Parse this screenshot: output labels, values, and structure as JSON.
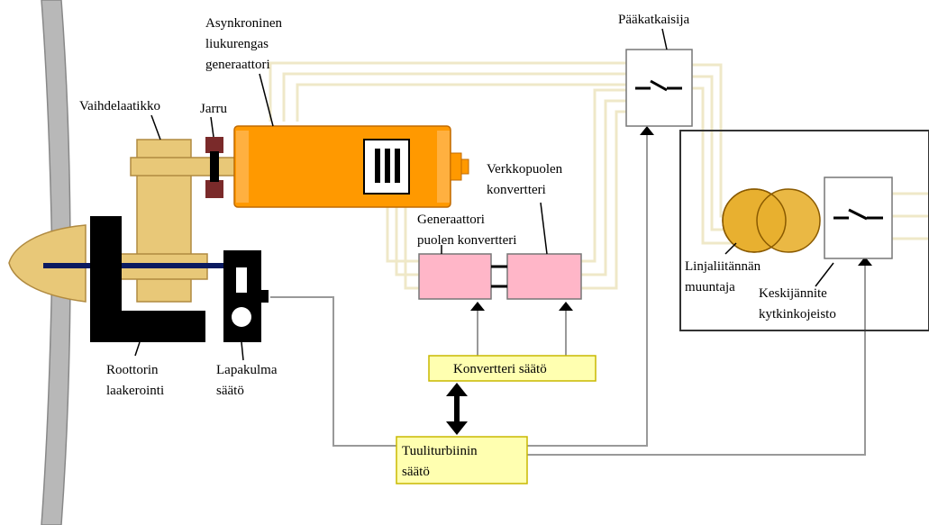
{
  "labels": {
    "generator": [
      "Asynkroninen",
      "liukurengas",
      "generaattori"
    ],
    "gearbox": "Vaihdelaatikko",
    "brake": "Jarru",
    "main_breaker": "Pääkatkaisija",
    "grid_converter": [
      "Verkkopuolen",
      "konvertteri"
    ],
    "generator_converter": [
      "Generaattori",
      "puolen konvertteri"
    ],
    "rotor_bearing": [
      "Roottorin",
      "laakerointi"
    ],
    "pitch_control": [
      "Lapakulma",
      "säätö"
    ],
    "line_transformer": [
      "Linjaliitännän",
      "muuntaja"
    ],
    "mv_switchgear": [
      "Keskijännite",
      "kytkinkojeisto"
    ],
    "converter_control": "Konvertteri säätö",
    "turbine_control": [
      "Tuuliturbiinin",
      "säätö"
    ]
  },
  "colors": {
    "blade": "#b8b8b8",
    "gearbox": "#e8c878",
    "generator": "#ff9900",
    "converter": "#ffb6c8",
    "control_box": "#ffffb0",
    "transformer": "#e8b030",
    "power_line": "#efe8c8",
    "signal_line": "#999999",
    "brake": "#7a2a2a",
    "shaft": "#0a1a60"
  },
  "icons": [
    "breaker-switch-icon",
    "breaker-switch-icon",
    "double-arrow-icon"
  ]
}
